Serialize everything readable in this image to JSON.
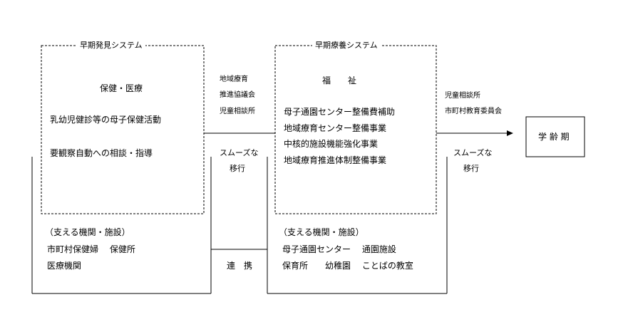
{
  "early_detection": {
    "title": "早期発見システム",
    "heading": "保健・医療",
    "item1": "乳幼児健診等の母子保健活動",
    "item2": "要観察自動への相談・指導",
    "support_label": "（支える機関・施設）",
    "support_line1": "市町村保健婦　 保健所",
    "support_line2": "医療機関"
  },
  "early_care": {
    "title": "早期療養システム",
    "heading": "福　　祉",
    "item1": "母子通園センター整備費補助",
    "item2": "地域療育センター整備事業",
    "item3": "中核的施設機能強化事業",
    "item4": "地域療育推進体制整備事業",
    "support_label": "（支える機関・施設）",
    "support_line1": "母子通園センター　 通園施設",
    "support_line2": "保育所　　幼稚園　 ことばの教室"
  },
  "middle": {
    "org1": "地域療育",
    "org2": "推進協議会",
    "org3": "児童相談所",
    "smooth1": "スムーズな",
    "smooth2": "移行",
    "renkei": "連　携"
  },
  "right": {
    "org1": "児童相談所",
    "org2": "市町村教育委員会",
    "smooth1": "スムーズな",
    "smooth2": "移行",
    "school_age": "学 齢 期"
  }
}
